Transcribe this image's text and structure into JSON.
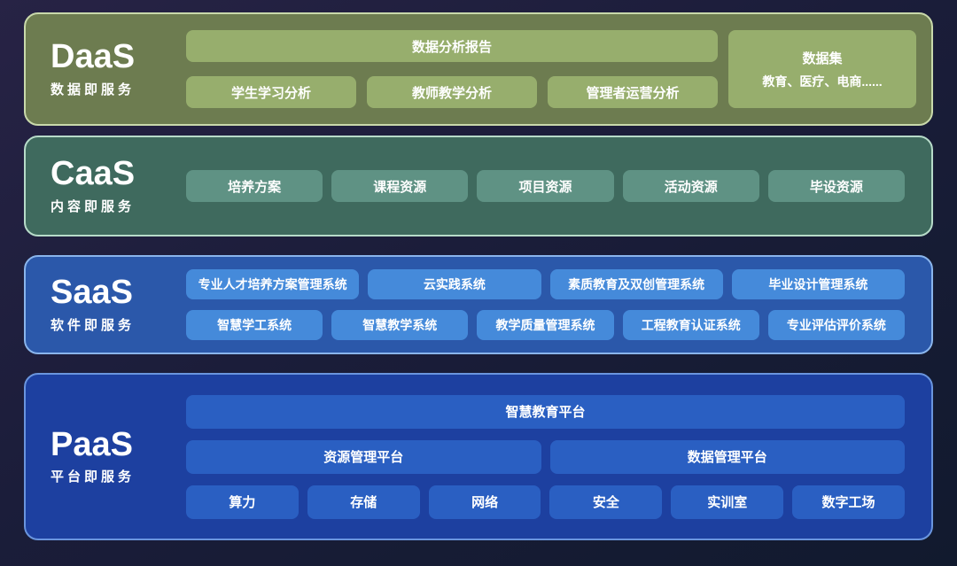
{
  "layers": [
    {
      "acronym": "DaaS",
      "subtitle": "数据即服务",
      "report_bar": "数据分析报告",
      "buttons": [
        "学生学习分析",
        "教师教学分析",
        "管理者运营分析"
      ],
      "dataset_box": {
        "title": "数据集",
        "detail": "教育、医疗、电商......"
      }
    },
    {
      "acronym": "CaaS",
      "subtitle": "内容即服务",
      "buttons": [
        "培养方案",
        "课程资源",
        "项目资源",
        "活动资源",
        "毕设资源"
      ]
    },
    {
      "acronym": "SaaS",
      "subtitle": "软件即服务",
      "row1": [
        "专业人才培养方案管理系统",
        "云实践系统",
        "素质教育及双创管理系统",
        "毕业设计管理系统"
      ],
      "row2": [
        "智慧学工系统",
        "智慧教学系统",
        "教学质量管理系统",
        "工程教育认证系统",
        "专业评估评价系统"
      ]
    },
    {
      "acronym": "PaaS",
      "subtitle": "平台即服务",
      "platform_bar": "智慧教育平台",
      "mid_bars": [
        "资源管理平台",
        "数据管理平台"
      ],
      "buttons": [
        "算力",
        "存储",
        "网络",
        "安全",
        "实训室",
        "数字工场"
      ]
    }
  ],
  "colors": {
    "background_top": "#272345",
    "background_bottom": "#111a2e",
    "daas_panel": "#6d7c50",
    "daas_border": "#c9d9ab",
    "daas_pill": "#97ae6d",
    "caas_panel": "#3f6a5e",
    "caas_border": "#b7dbc9",
    "caas_pill": "#5f9284",
    "saas_panel": "#2b58aa",
    "saas_border": "#8ab5ec",
    "saas_pill": "#458ada",
    "paas_panel": "#1d40a0",
    "paas_border": "#6a95de",
    "paas_pill": "#2a5fc2",
    "text": "#ffffff"
  }
}
